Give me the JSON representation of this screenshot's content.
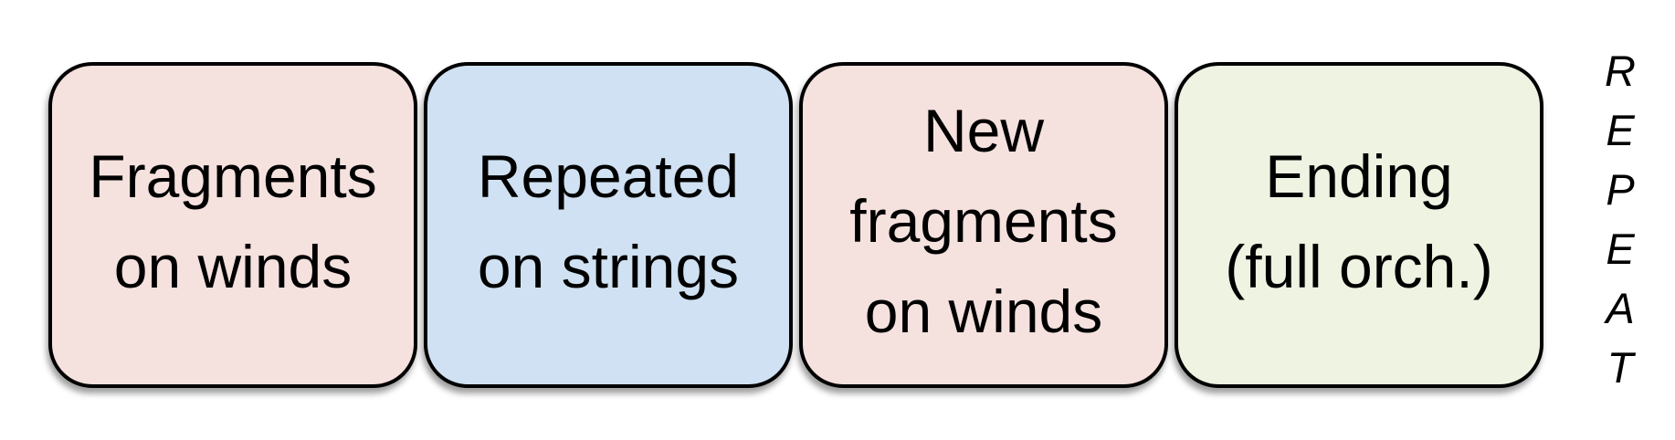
{
  "diagram": {
    "boxes": [
      {
        "id": "fragments-on-winds",
        "label": "Fragments on winds",
        "lines": [
          "Fragments",
          "on winds"
        ],
        "fill": "#f5e1de",
        "color_name": "pink"
      },
      {
        "id": "repeated-on-strings",
        "label": "Repeated on strings",
        "lines": [
          "Repeated",
          "on strings"
        ],
        "fill": "#cfe1f2",
        "color_name": "blue"
      },
      {
        "id": "new-fragments-on-winds",
        "label": "New fragments on winds",
        "lines": [
          "New",
          "fragments",
          "on winds"
        ],
        "fill": "#f5e1de",
        "color_name": "pink"
      },
      {
        "id": "ending-full-orch",
        "label": "Ending (full orch.)",
        "lines": [
          "Ending",
          "(full orch.)"
        ],
        "fill": "#eef3e2",
        "color_name": "green"
      }
    ],
    "repeat_label": {
      "text": "REPEAT",
      "letters": [
        "R",
        "E",
        "P",
        "E",
        "A",
        "T"
      ]
    },
    "colors": {
      "border": "#000000",
      "background": "#ffffff",
      "text": "#000000"
    }
  }
}
